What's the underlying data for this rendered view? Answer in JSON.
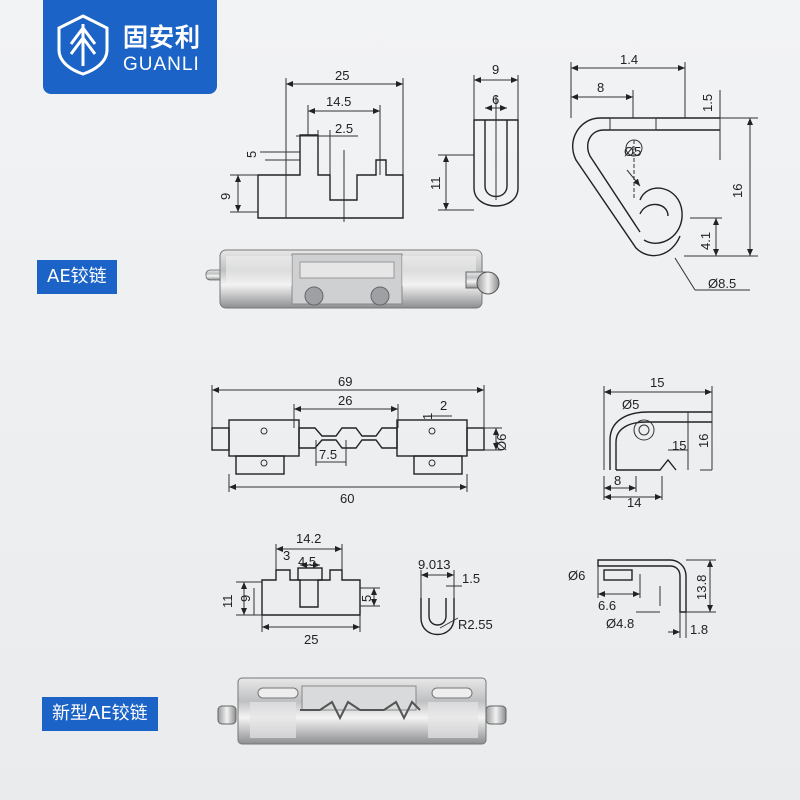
{
  "brand": {
    "name_cn": "固安利",
    "name_en": "GUANLI",
    "color": "#1b63c6"
  },
  "labels": {
    "ae_hinge": "AE铰链",
    "new_ae_hinge": "新型AE铰链"
  },
  "dims": {
    "d25a": "25",
    "d14_5": "14.5",
    "d2_5": "2.5",
    "d5a": "5",
    "d9a": "9",
    "d9b": "9",
    "d6a": "6",
    "d11a": "11",
    "d1_4": "1.4",
    "d8a": "8",
    "d1_5a": "1.5",
    "d16a": "16",
    "dphi5a": "Ø5",
    "d4_1": "4.1",
    "dphi8_5": "Ø8.5",
    "d69": "69",
    "d26": "26",
    "d2": "2",
    "d1a": "1",
    "dphi6a": "Ø6",
    "d7_5": "7.5",
    "d60": "60",
    "d15a": "15",
    "dphi5b": "Ø5",
    "d15b": "15",
    "d16b": "16",
    "d8b": "8",
    "d14": "14",
    "d14_2": "14.2",
    "d3": "3",
    "d4_5": "4.5",
    "d11b": "11",
    "d9c": "9",
    "d5b": "5",
    "d25b": "25",
    "d9_013": "9.013",
    "d1_5b": "1.5",
    "dr2_55": "R2.55",
    "dphi6b": "Ø6",
    "d6_6": "6.6",
    "dphi4_8": "Ø4.8",
    "d13_8": "13.8",
    "d1_8": "1.8"
  }
}
